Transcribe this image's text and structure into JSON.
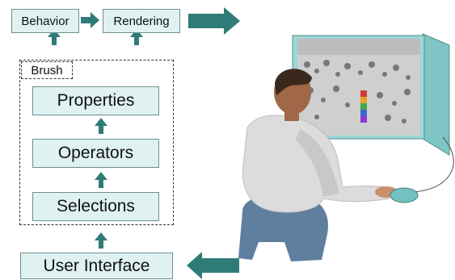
{
  "diagram": {
    "top_row": {
      "behavior_label": "Behavior",
      "rendering_label": "Rendering"
    },
    "brush": {
      "label": "Brush",
      "stack": [
        "Properties",
        "Operators",
        "Selections"
      ]
    },
    "user_interface_label": "User Interface"
  },
  "colors": {
    "box_fill": "#dff1f1",
    "box_border": "#6f8f8f",
    "arrow": "#2f7b78",
    "screen": "#7fc5c6"
  }
}
